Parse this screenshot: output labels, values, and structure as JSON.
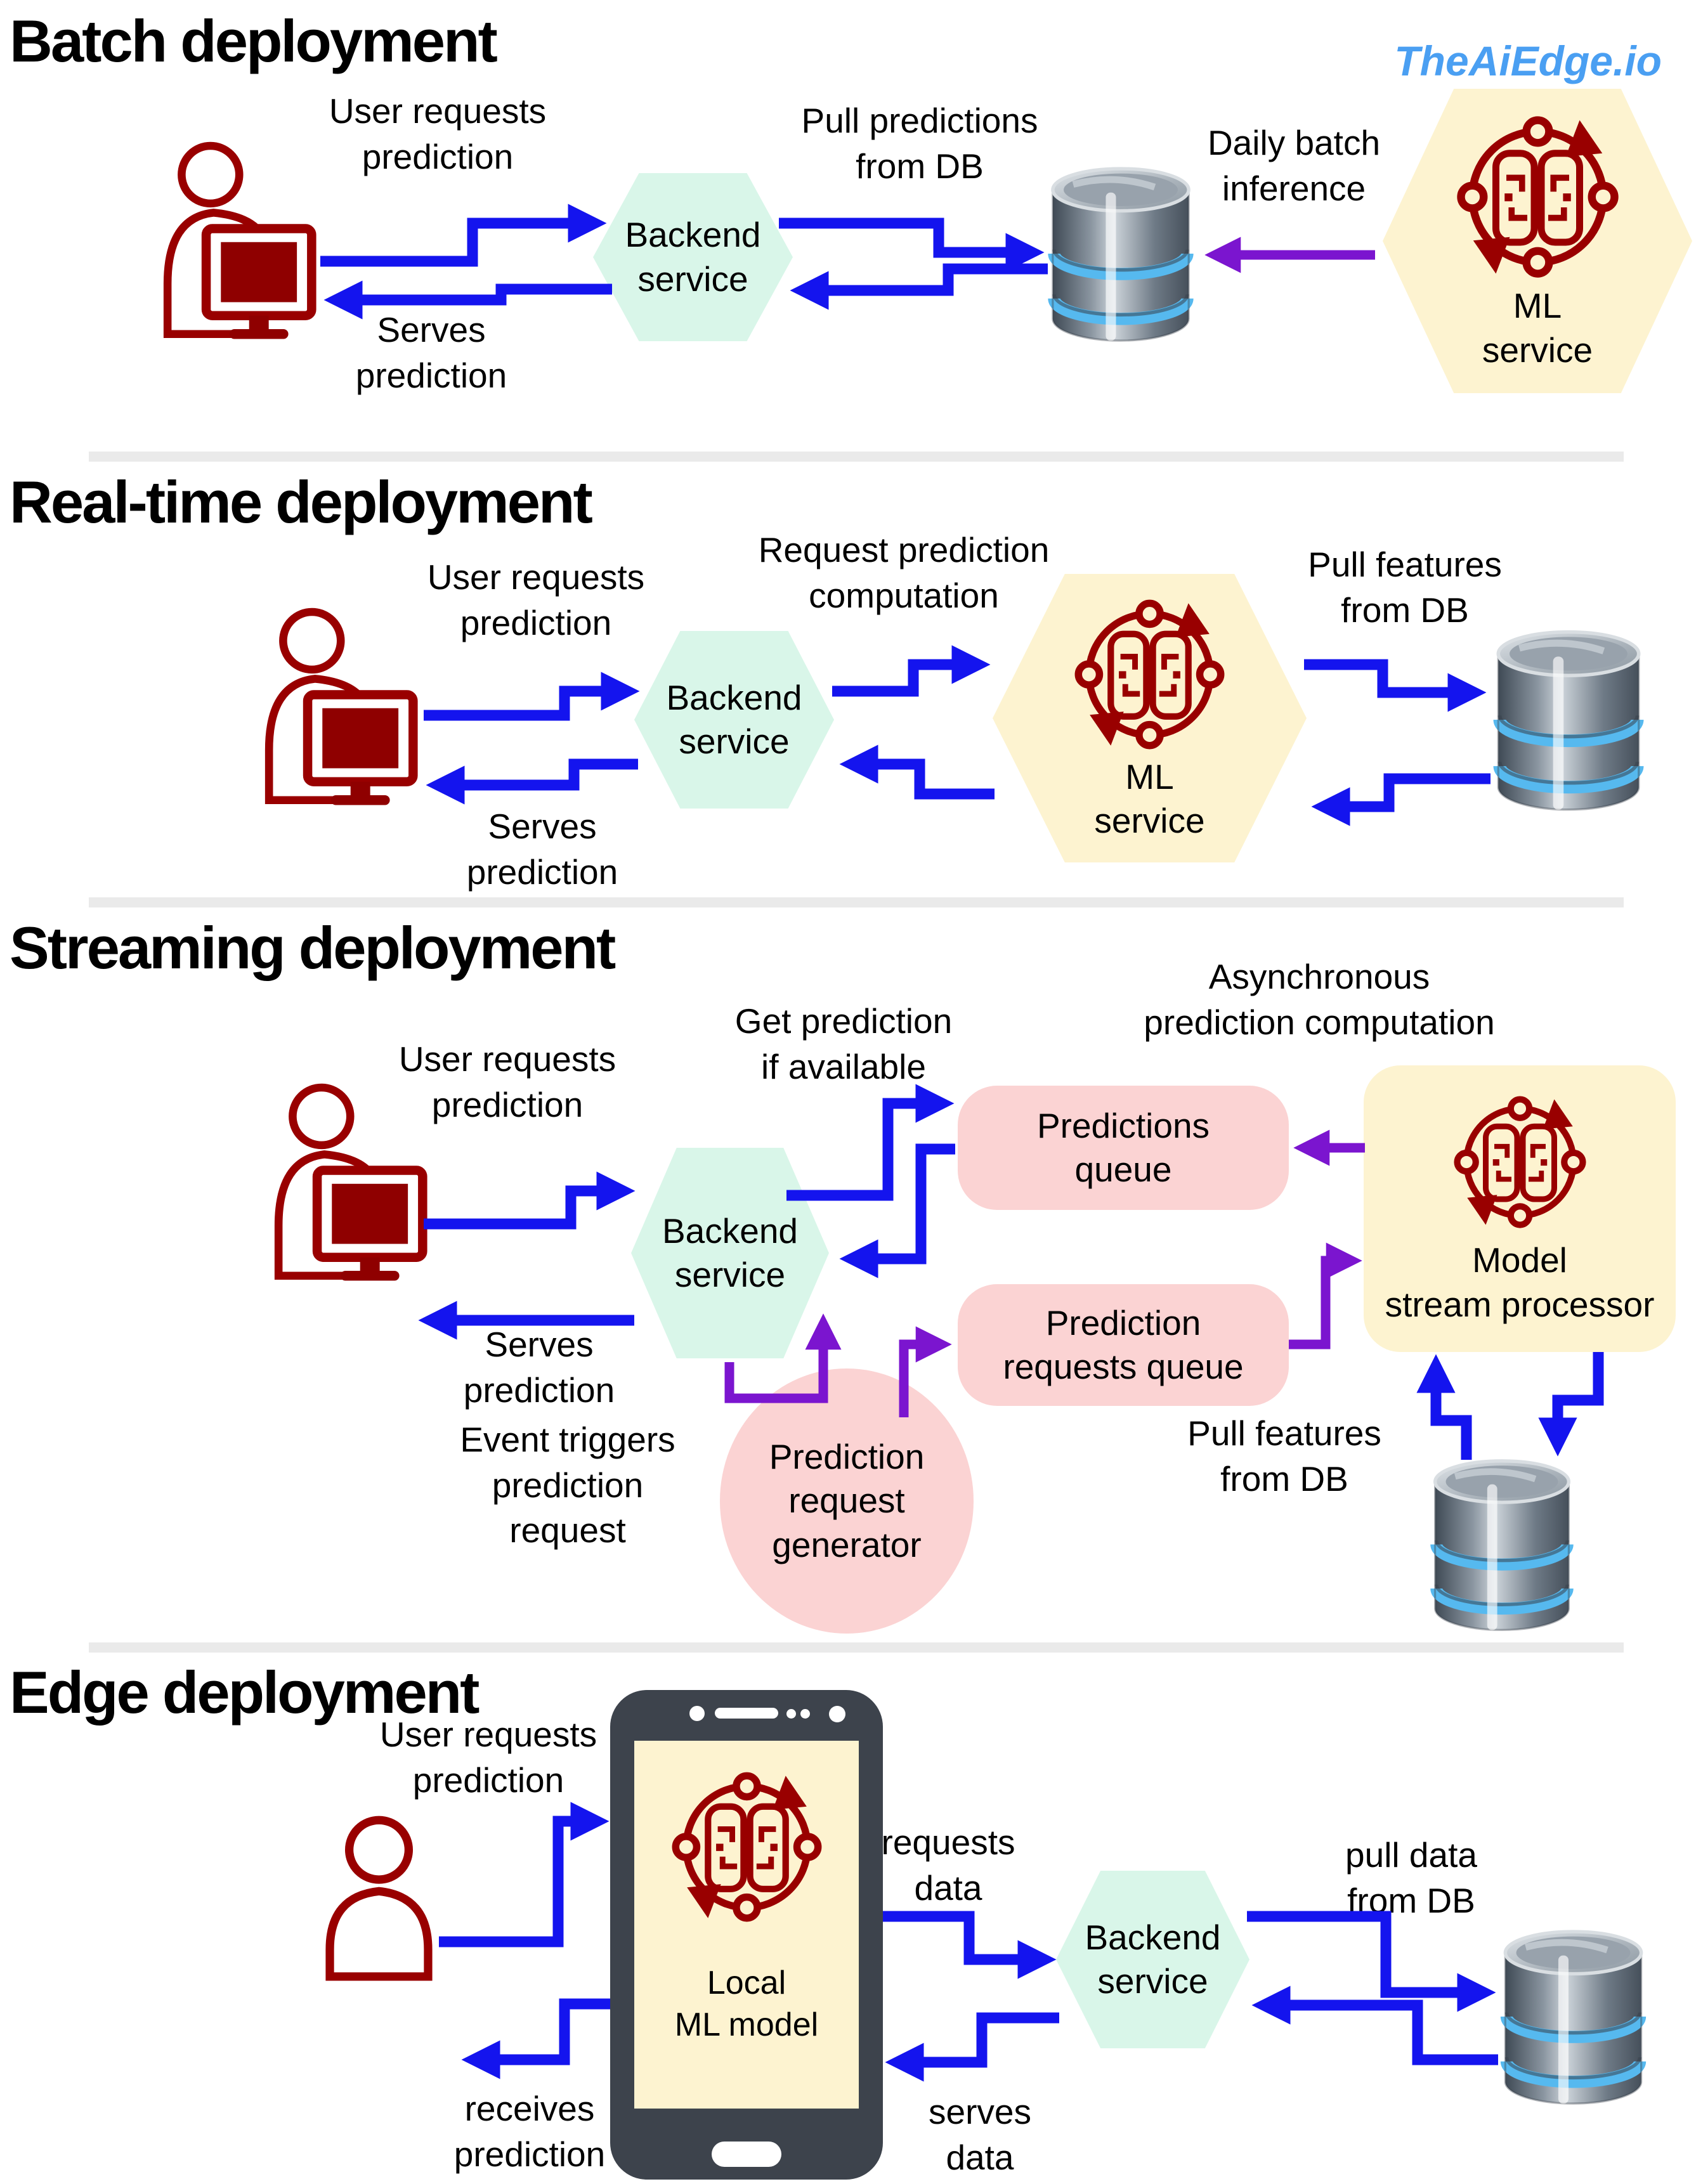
{
  "brand": "TheAiEdge.io",
  "colors": {
    "blue_arrow": "#1414ee",
    "purple_arrow": "#7b15cf",
    "backend_hexagon_mint": "#d9f6e9",
    "ml_hexagon_yellow": "#fdf3d0",
    "queue_pink": "#fbd3d3",
    "icon_dark_red": "#990000",
    "brand_blue": "#4a9ff2",
    "divider_gray": "#eaeaea",
    "phone_body": "#3d434c"
  },
  "sections": {
    "batch": {
      "title": "Batch deployment",
      "labels": {
        "user_requests": "User requests\nprediction",
        "serves": "Serves\nprediction",
        "pull_db": "Pull predictions\nfrom DB",
        "daily": "Daily batch\ninference"
      },
      "nodes": {
        "backend": "Backend\nservice",
        "ml": "ML\nservice"
      }
    },
    "realtime": {
      "title": "Real-time deployment",
      "labels": {
        "user_requests": "User requests\nprediction",
        "serves": "Serves\nprediction",
        "request_comp": "Request prediction\ncomputation",
        "pull_db": "Pull features\nfrom DB"
      },
      "nodes": {
        "backend": "Backend\nservice",
        "ml": "ML\nservice"
      }
    },
    "streaming": {
      "title": "Streaming deployment",
      "labels": {
        "user_requests": "User requests\nprediction",
        "serves": "Serves\nprediction",
        "get_pred": "Get prediction\nif available",
        "async": "Asynchronous\nprediction computation",
        "event": "Event triggers\nprediction\nrequest",
        "pull_db": "Pull features\nfrom DB"
      },
      "nodes": {
        "backend": "Backend\nservice",
        "pred_queue": "Predictions\nqueue",
        "req_queue": "Prediction\nrequests queue",
        "processor": "Model\nstream processor",
        "generator": "Prediction\nrequest\ngenerator"
      }
    },
    "edge": {
      "title": "Edge deployment",
      "labels": {
        "user_requests": "User requests\nprediction",
        "receives": "receives\nprediction",
        "requests_data": "requests\ndata",
        "serves_data": "serves\ndata",
        "pull_db": "pull data\nfrom DB"
      },
      "nodes": {
        "backend": "Backend\nservice",
        "local_ml": "Local\nML model"
      }
    }
  }
}
